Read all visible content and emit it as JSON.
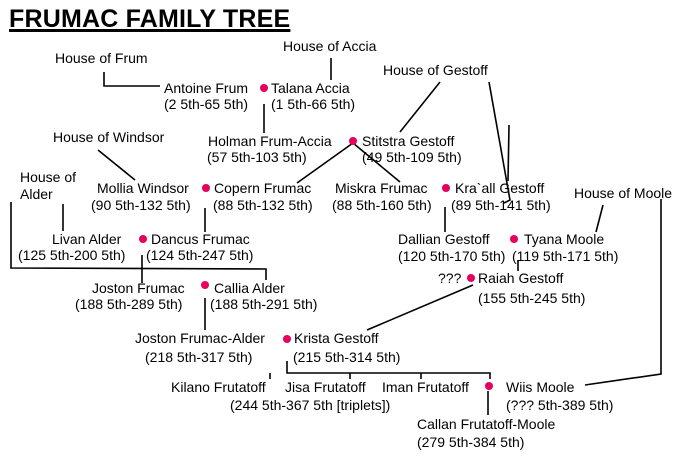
{
  "title": "FRUMAC FAMILY TREE",
  "colors": {
    "line": "#000000",
    "marriage_dot": "#e6005c",
    "text": "#000000",
    "background": "#ffffff"
  },
  "houses": {
    "frum": "House of Frum",
    "accia": "House of Accia",
    "gestoff": "House of Gestoff",
    "windsor": "House of Windsor",
    "alder_1": "House of",
    "alder_2": "Alder",
    "moole": "House of Moole"
  },
  "people": {
    "antoine": {
      "name": "Antoine Frum",
      "years": "(2 5th-65 5th)"
    },
    "talana": {
      "name": "Talana Accia",
      "years": "(1 5th-66 5th)"
    },
    "holman": {
      "name": "Holman Frum-Accia",
      "years": "(57 5th-103 5th)"
    },
    "stitstra": {
      "name": "Stitstra Gestoff",
      "years": "(49 5th-109 5th)"
    },
    "mollia": {
      "name": "Mollia Windsor",
      "years": "(90 5th-132 5th)"
    },
    "copern": {
      "name": "Copern Frumac",
      "years": "(88 5th-132 5th)"
    },
    "miskra": {
      "name": "Miskra Frumac",
      "years": "(88 5th-160 5th)"
    },
    "kraall": {
      "name": "Kra`all Gestoff",
      "years": "(89 5th-141 5th)"
    },
    "livan": {
      "name": "Livan Alder",
      "years": "(125 5th-200 5th)"
    },
    "dancus": {
      "name": "Dancus Frumac",
      "years": "(124 5th-247 5th)"
    },
    "dallian": {
      "name": "Dallian Gestoff",
      "years": "(120 5th-170 5th)"
    },
    "tyana": {
      "name": "Tyana Moole",
      "years": "(119 5th-171 5th)"
    },
    "unknown": {
      "name": "???"
    },
    "raiah": {
      "name": "Raiah Gestoff",
      "years": "(155 5th-245 5th)"
    },
    "joston": {
      "name": "Joston Frumac",
      "years": "(188 5th-289 5th)"
    },
    "callia": {
      "name": "Callia Alder",
      "years": "(188 5th-291 5th)"
    },
    "joston_alder": {
      "name": "Joston Frumac-Alder",
      "years": "(218 5th-317 5th)"
    },
    "krista": {
      "name": "Krista Gestoff",
      "years": "(215 5th-314 5th)"
    },
    "kilano": {
      "name": "Kilano Frutatoff"
    },
    "jisa": {
      "name": "Jisa Frutatoff"
    },
    "iman": {
      "name": "Iman Frutatoff"
    },
    "triplets_years": "(244 5th-367 5th [triplets])",
    "wiis": {
      "name": "Wiis Moole",
      "years": "(??? 5th-389 5th)"
    },
    "callan": {
      "name": "Callan Frutatoff-Moole",
      "years": "(279 5th-384 5th)"
    }
  }
}
